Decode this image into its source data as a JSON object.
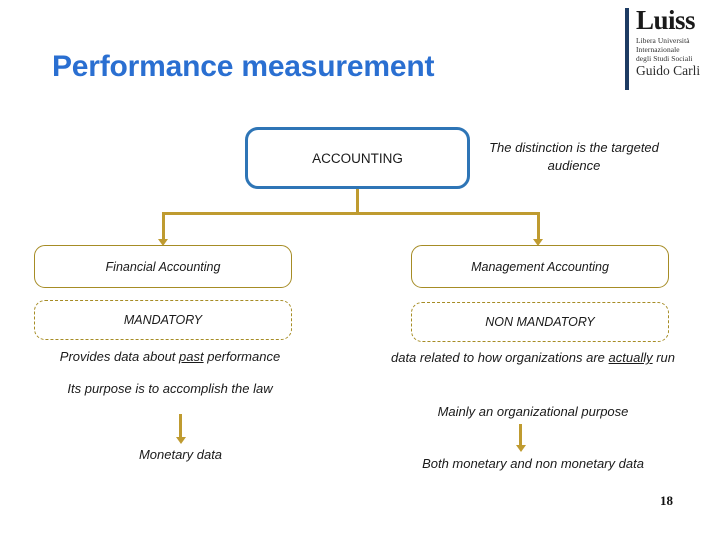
{
  "slide": {
    "title": "Performance measurement",
    "page_number": "18",
    "title_color": "#2a6fd1"
  },
  "logo": {
    "name": "Luiss",
    "line1": "Libera Università",
    "line2": "Internazionale",
    "line3": "degli Studi Sociali",
    "line4": "Guido Carli",
    "accent_color": "#1d3b63"
  },
  "diagram": {
    "root": {
      "label": "ACCOUNTING",
      "border_color": "#2e75b6"
    },
    "note_root": "The distinction is the targeted audience",
    "connector_color": "#bf9b30",
    "branches": [
      {
        "side": "left",
        "title": "Financial Accounting",
        "badge": "MANDATORY",
        "notes": [
          {
            "before": "Provides data about ",
            "underline": "past",
            "after": " performance"
          },
          {
            "before": "Its purpose is to accomplish the law",
            "underline": "",
            "after": ""
          }
        ],
        "outcome": "Monetary data"
      },
      {
        "side": "right",
        "title": "Management Accounting",
        "badge": "NON MANDATORY",
        "notes": [
          {
            "before": "data related to how organizations are ",
            "underline": "actually",
            "after": " run"
          },
          {
            "before": "Mainly an organizational purpose",
            "underline": "",
            "after": ""
          }
        ],
        "outcome": "Both monetary and non monetary data"
      }
    ]
  }
}
